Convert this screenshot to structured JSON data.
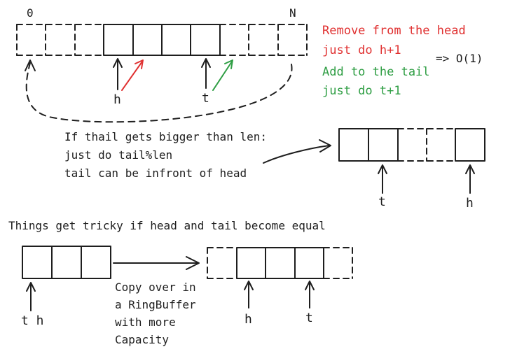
{
  "labels": {
    "index_start": "0",
    "index_end": "N",
    "head_label_top": "h",
    "tail_label_top": "t",
    "remove_line1": "Remove from the head",
    "remove_line2": "just do h+1",
    "add_line1": "Add to the tail",
    "add_line2": "just do t+1",
    "complexity": "=> O(1)",
    "wrap_line1": "If thail gets bigger than len:",
    "wrap_line2": "just do tail%len",
    "wrap_line3": "tail can be infront of head",
    "wrap_tail_label": "t",
    "wrap_head_label": "h",
    "tricky_heading": "Things get tricky if head and tail become equal",
    "full_tail_head_label": "t h",
    "copy_line1": "Copy over in",
    "copy_line2": "a RingBuffer",
    "copy_line3": "with more",
    "copy_line4": "Capacity",
    "grown_head_label": "h",
    "grown_tail_label": "t"
  },
  "colors": {
    "ink": "#1e1e1e",
    "remove_red": "#e03131",
    "add_green": "#2f9e44"
  }
}
